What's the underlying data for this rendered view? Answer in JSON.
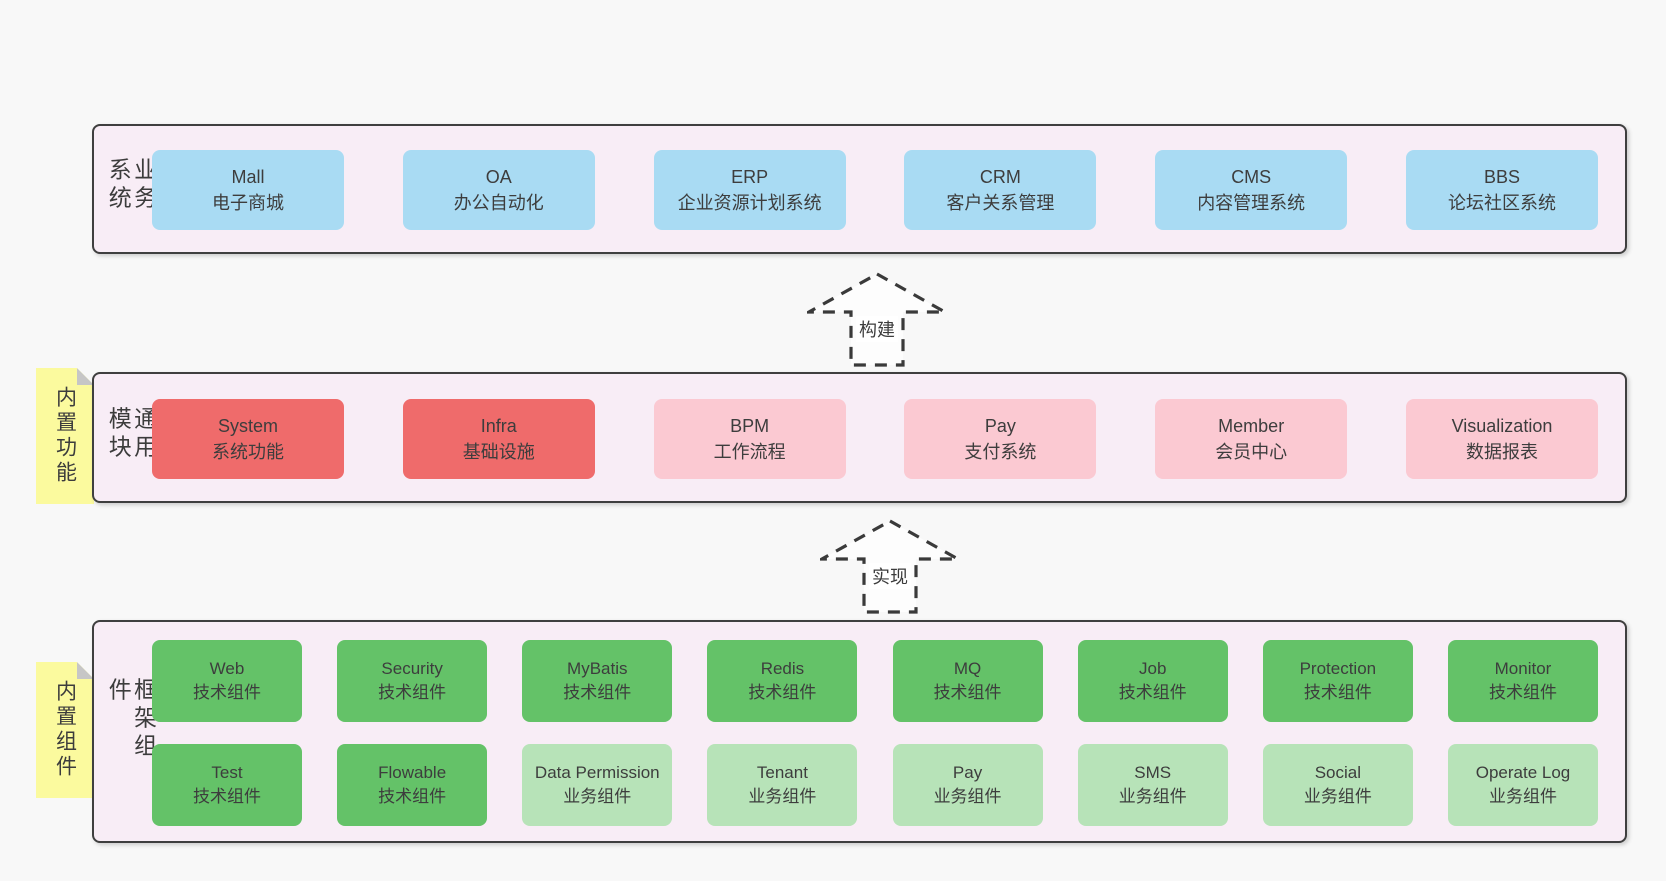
{
  "page": {
    "background": "#f8f8f8"
  },
  "colors": {
    "container_bg": "#f8edf6",
    "container_border": "#3f3f3f",
    "blue_box": "#a9dbf3",
    "red_box": "#ef6b6b",
    "pink_box": "#fbc9d2",
    "green_box": "#64c268",
    "light_green_box": "#b7e3b8",
    "note_yellow": "#fbfa9e",
    "text": "#3d3d3d"
  },
  "arrows": [
    {
      "label": "构建"
    },
    {
      "label": "实现"
    }
  ],
  "layers": [
    {
      "id": "business-systems",
      "label": "业务系统",
      "boxes": [
        {
          "name": "Mall",
          "subtitle": "电子商城",
          "type": "blue"
        },
        {
          "name": "OA",
          "subtitle": "办公自动化",
          "type": "blue"
        },
        {
          "name": "ERP",
          "subtitle": "企业资源计划系统",
          "type": "blue"
        },
        {
          "name": "CRM",
          "subtitle": "客户关系管理",
          "type": "blue"
        },
        {
          "name": "CMS",
          "subtitle": "内容管理系统",
          "type": "blue"
        },
        {
          "name": "BBS",
          "subtitle": "论坛社区系统",
          "type": "blue"
        }
      ]
    },
    {
      "id": "common-modules",
      "label": "通用模块",
      "note": "内置功能",
      "boxes": [
        {
          "name": "System",
          "subtitle": "系统功能",
          "type": "red"
        },
        {
          "name": "Infra",
          "subtitle": "基础设施",
          "type": "red"
        },
        {
          "name": "BPM",
          "subtitle": "工作流程",
          "type": "pink"
        },
        {
          "name": "Pay",
          "subtitle": "支付系统",
          "type": "pink"
        },
        {
          "name": "Member",
          "subtitle": "会员中心",
          "type": "pink"
        },
        {
          "name": "Visualization",
          "subtitle": "数据报表",
          "type": "pink"
        }
      ]
    },
    {
      "id": "framework-components",
      "label": "框架组件",
      "note": "内置组件",
      "rows": [
        [
          {
            "name": "Web",
            "subtitle": "技术组件",
            "type": "green"
          },
          {
            "name": "Security",
            "subtitle": "技术组件",
            "type": "green"
          },
          {
            "name": "MyBatis",
            "subtitle": "技术组件",
            "type": "green"
          },
          {
            "name": "Redis",
            "subtitle": "技术组件",
            "type": "green"
          },
          {
            "name": "MQ",
            "subtitle": "技术组件",
            "type": "green"
          },
          {
            "name": "Job",
            "subtitle": "技术组件",
            "type": "green"
          },
          {
            "name": "Protection",
            "subtitle": "技术组件",
            "type": "green"
          },
          {
            "name": "Monitor",
            "subtitle": "技术组件",
            "type": "green"
          }
        ],
        [
          {
            "name": "Test",
            "subtitle": "技术组件",
            "type": "green"
          },
          {
            "name": "Flowable",
            "subtitle": "技术组件",
            "type": "green"
          },
          {
            "name": "Data Permission",
            "subtitle": "业务组件",
            "type": "lightgreen"
          },
          {
            "name": "Tenant",
            "subtitle": "业务组件",
            "type": "lightgreen"
          },
          {
            "name": "Pay",
            "subtitle": "业务组件",
            "type": "lightgreen"
          },
          {
            "name": "SMS",
            "subtitle": "业务组件",
            "type": "lightgreen"
          },
          {
            "name": "Social",
            "subtitle": "业务组件",
            "type": "lightgreen"
          },
          {
            "name": "Operate Log",
            "subtitle": "业务组件",
            "type": "lightgreen"
          }
        ]
      ]
    }
  ]
}
